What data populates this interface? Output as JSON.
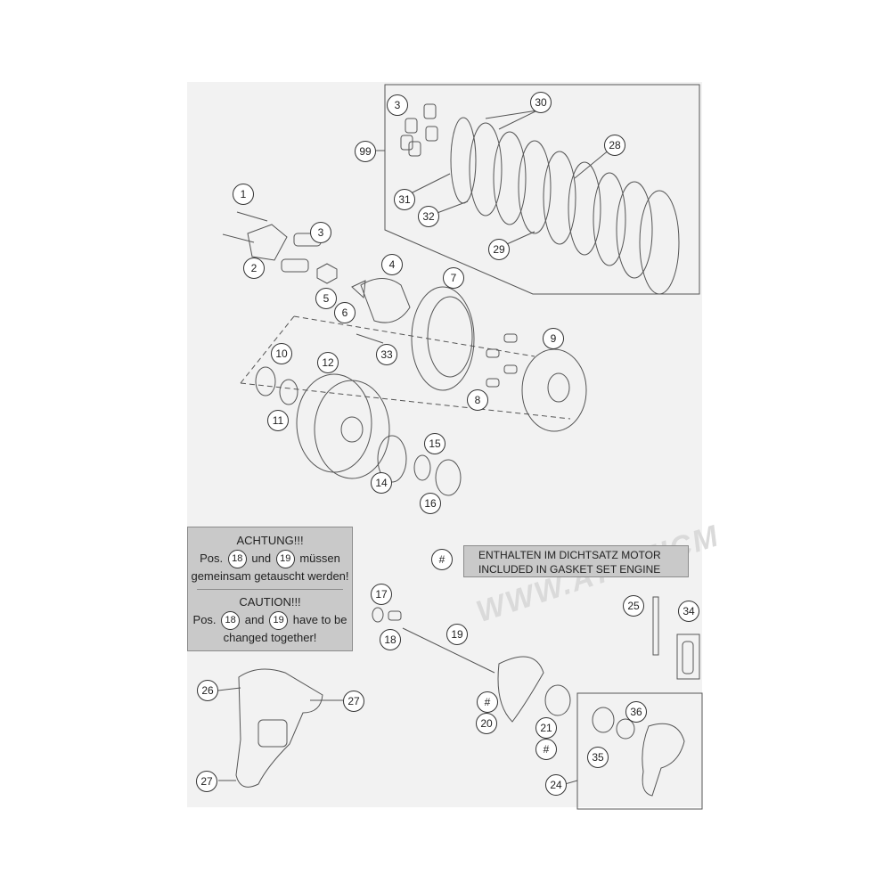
{
  "callouts": {
    "c1": "1",
    "c2": "2",
    "c3a": "3",
    "c3b": "3",
    "c4": "4",
    "c5": "5",
    "c6": "6",
    "c7": "7",
    "c8": "8",
    "c9": "9",
    "c10": "10",
    "c11": "11",
    "c12": "12",
    "c14": "14",
    "c15": "15",
    "c16": "16",
    "c17": "17",
    "c18": "18",
    "c19": "19",
    "c20": "20",
    "c21": "21",
    "c24": "24",
    "c25": "25",
    "c26": "26",
    "c27a": "27",
    "c27b": "27",
    "c28": "28",
    "c29": "29",
    "c30": "30",
    "c31": "31",
    "c32": "32",
    "c33": "33",
    "c34": "34",
    "c35": "35",
    "c36": "36",
    "c99": "99",
    "hash20": "#",
    "hash21": "#",
    "hash_gasket": "#"
  },
  "note": {
    "de_title": "ACHTUNG!!!",
    "de_pos": "Pos.",
    "de_ref1": "18",
    "de_und": "und",
    "de_ref2": "19",
    "de_tail": "müssen",
    "de_line2": "gemeinsam getauscht werden!",
    "en_title": "CAUTION!!!",
    "en_pos": "Pos.",
    "en_ref1": "18",
    "en_and": "and",
    "en_ref2": "19",
    "en_tail": "have to be",
    "en_line2": "changed together!"
  },
  "gasket_note": {
    "line1": "ENTHALTEN IM DICHTSATZ MOTOR",
    "line2": "INCLUDED IN GASKET SET ENGINE"
  },
  "watermark": "WWW.ATOMICM",
  "colors": {
    "panel": "#f2f2f2",
    "note_bg": "#c9c9c9",
    "line": "#333333"
  }
}
